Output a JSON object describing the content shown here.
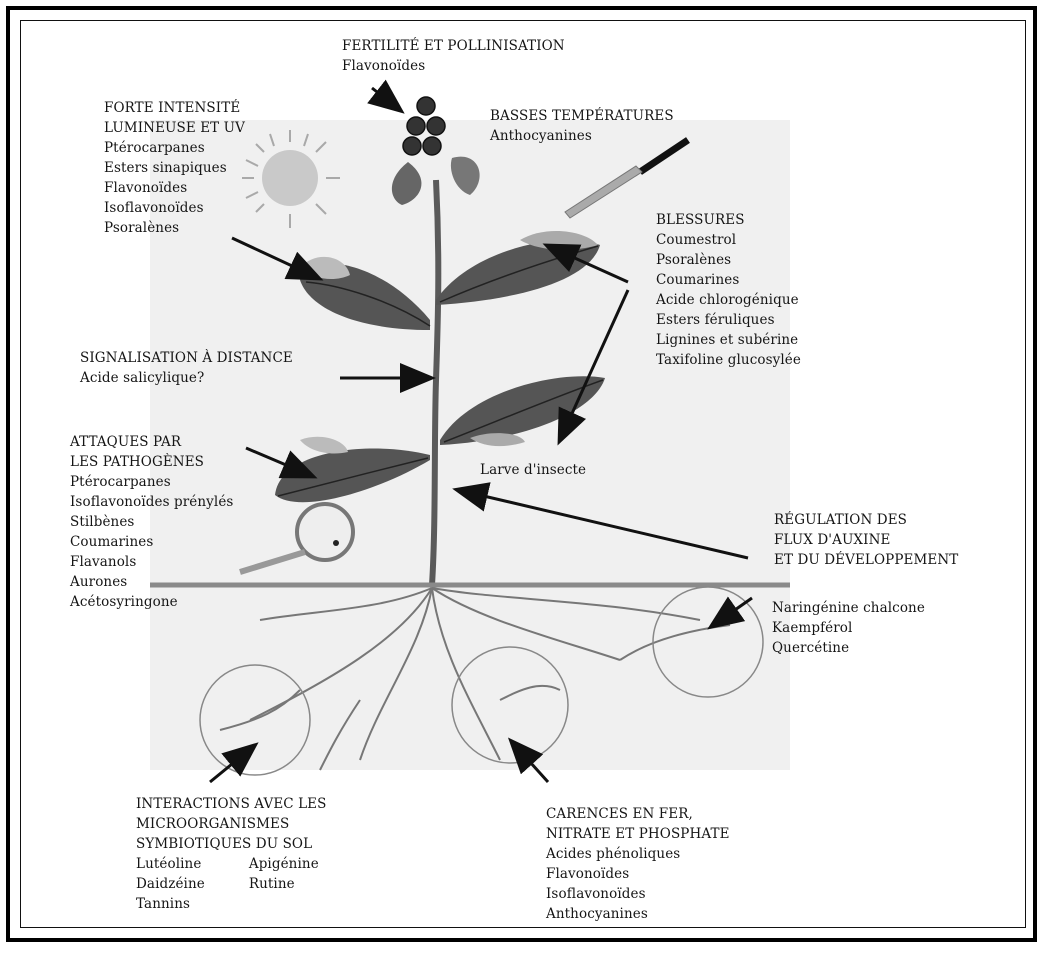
{
  "sections": {
    "fertility": {
      "heading": [
        "FERTILITÉ ET POLLINISATION"
      ],
      "items": [
        "Flavonoïdes"
      ]
    },
    "low_temp": {
      "heading": [
        "BASSES TEMPÉRATURES"
      ],
      "items": [
        "Anthocyanines"
      ]
    },
    "light_uv": {
      "heading": [
        "FORTE INTENSITÉ",
        "LUMINEUSE ET UV"
      ],
      "items": [
        "Ptérocarpanes",
        "Esters sinapiques",
        "Flavonoïdes",
        "Isoflavonoïdes",
        "Psoralènes"
      ]
    },
    "wounds": {
      "heading": [
        "BLESSURES"
      ],
      "items": [
        "Coumestrol",
        "Psoralènes",
        "Coumarines",
        "Acide chlorogénique",
        "Esters féruliques",
        "Lignines et subérine",
        "Taxifoline glucosylée"
      ]
    },
    "signaling": {
      "heading": [
        "SIGNALISATION À DISTANCE"
      ],
      "items": [
        "Acide salicylique?"
      ]
    },
    "pathogens": {
      "heading": [
        "ATTAQUES PAR",
        "LES PATHOGÈNES"
      ],
      "items": [
        "Ptérocarpanes",
        "Isoflavonoïdes prénylés",
        "Stilbènes",
        "Coumarines",
        "Flavanols",
        "Aurones",
        "Acétosyringone"
      ]
    },
    "insect": {
      "label": "Larve d'insecte"
    },
    "auxin": {
      "heading": [
        "RÉGULATION DES",
        "FLUX D'AUXINE",
        "ET DU DÉVELOPPEMENT"
      ],
      "items": [
        "Naringénine chalcone",
        "Kaempférol",
        "Quercétine"
      ]
    },
    "soil": {
      "heading": [
        "INTERACTIONS AVEC LES",
        "MICROORGANISMES",
        "SYMBIOTIQUES DU SOL"
      ],
      "col1": [
        "Lutéoline",
        "Daidzéine",
        "Tannins"
      ],
      "col2": [
        "Apigénine",
        "Rutine"
      ]
    },
    "deficiency": {
      "heading": [
        "CARENCES EN FER,",
        "NITRATE ET PHOSPHATE"
      ],
      "items": [
        "Acides phénoliques",
        "Flavonoïdes",
        "Isoflavonoïdes",
        "Anthocyanines"
      ]
    }
  },
  "colors": {
    "frame": "#000000",
    "text": "#151515",
    "plant": "#555555",
    "leaf_dark": "#4a4a4a",
    "leaf_light": "#9a9a9a",
    "background_panel": "#ececec"
  }
}
